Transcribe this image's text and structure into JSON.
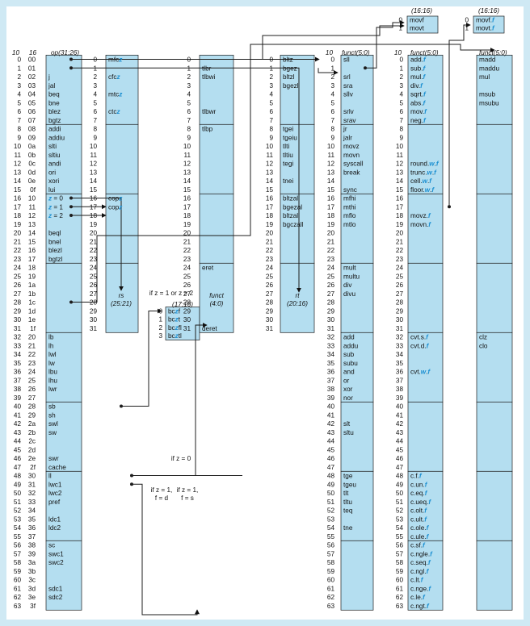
{
  "headers": {
    "dec": "10",
    "hex": "16",
    "op": "op(31:26)",
    "rs": "rs",
    "rs_bits": "(25:21)",
    "rt": "rt",
    "rt_bits": "(20:16)",
    "funct4": "funct",
    "funct4_bits": "(4:0)",
    "funct50_a": "funct(5:0)",
    "funct50_b": "funct(5:0)",
    "funct50_c": "funct(5:0)",
    "bits1716": "(17:16)",
    "bits1616_a": "(16:16)",
    "bits1616_b": "(16:16)"
  },
  "notes": {
    "z12": "if z = 1 or z = 2",
    "z0": "if z = 0",
    "z1d": "if z = 1,",
    "z1d2": "f = d",
    "z1s": "if z = 1,",
    "z1s2": "f = s"
  },
  "op_hex": [
    "00",
    "01",
    "02",
    "03",
    "04",
    "05",
    "06",
    "07",
    "08",
    "09",
    "0a",
    "0b",
    "0c",
    "0d",
    "0e",
    "0f",
    "10",
    "11",
    "12",
    "13",
    "14",
    "15",
    "16",
    "17",
    "18",
    "19",
    "1a",
    "1b",
    "1c",
    "1d",
    "1e",
    "1f",
    "20",
    "21",
    "22",
    "23",
    "24",
    "25",
    "26",
    "27",
    "28",
    "29",
    "2a",
    "2b",
    "2c",
    "2d",
    "2e",
    "2f",
    "30",
    "31",
    "32",
    "33",
    "34",
    "35",
    "36",
    "37",
    "38",
    "39",
    "3a",
    "3b",
    "3c",
    "3d",
    "3e",
    "3f"
  ],
  "op_names": [
    "",
    "",
    "j",
    "jal",
    "beq",
    "bne",
    "blez",
    "bgtz",
    "addi",
    "addiu",
    "slti",
    "sltiu",
    "andi",
    "ori",
    "xori",
    "lui",
    "",
    "",
    "",
    "",
    "beql",
    "bnel",
    "blezl",
    "bgtzl",
    "",
    "",
    "",
    "",
    "",
    "",
    "",
    "",
    "lb",
    "lh",
    "lwl",
    "lw",
    "lbu",
    "lhu",
    "lwr",
    "",
    "sb",
    "sh",
    "swl",
    "sw",
    "",
    "",
    "swr",
    "cache",
    "ll",
    "lwc1",
    "lwc2",
    "pref",
    "",
    "ldc1",
    "ldc2",
    "",
    "sc",
    "swc1",
    "swc2",
    "",
    "",
    "sdc1",
    "sdc2",
    ""
  ],
  "op_z": [
    "z = 0",
    "z = 1",
    "z = 2"
  ],
  "rs_names": [
    "mfcz",
    "",
    "cfcz",
    "",
    "mtcz",
    "",
    "ctcz",
    "",
    "",
    "",
    "",
    "",
    "",
    "",
    "",
    "",
    "copz",
    "copz",
    "",
    "",
    "",
    "",
    "",
    "",
    "",
    "",
    "",
    "",
    "",
    "",
    "",
    "",
    ""
  ],
  "bc_names": [
    "bczf",
    "bczt",
    "bczfl",
    "bcztl"
  ],
  "funct4_names": [
    "",
    "tlbr",
    "tlbwi",
    "",
    "",
    "",
    "tlbwr",
    "",
    "tlbp",
    "",
    "",
    "",
    "",
    "",
    "",
    "",
    "",
    "",
    "",
    "",
    "",
    "",
    "",
    "",
    "eret",
    "",
    "",
    "",
    "",
    "",
    "",
    "deret"
  ],
  "rt_names": [
    "bltz",
    "bgez",
    "bltzl",
    "bgezl",
    "",
    "",
    "",
    "",
    "tgei",
    "tgeiu",
    "tlti",
    "tltiu",
    "tegi",
    "",
    "tnei",
    "",
    "bltzal",
    "bgezal",
    "bltzall",
    "bgczall",
    "",
    "",
    "",
    "",
    "",
    "",
    "",
    "",
    "",
    "",
    "",
    ""
  ],
  "funct_a": [
    "sll",
    "",
    "srl",
    "sra",
    "sllv",
    "",
    "srlv",
    "srav",
    "jr",
    "jalr",
    "movz",
    "movn",
    "syscall",
    "break",
    "",
    "sync",
    "mfhi",
    "mthi",
    "mflo",
    "mtlo",
    "",
    "",
    "",
    "",
    "mult",
    "multu",
    "div",
    "divu",
    "",
    "",
    "",
    "",
    "add",
    "addu",
    "sub",
    "subu",
    "and",
    "or",
    "xor",
    "nor",
    "",
    "",
    "slt",
    "sltu",
    "",
    "",
    "",
    "",
    "tge",
    "tgeu",
    "tlt",
    "tltu",
    "teq",
    "",
    "tne",
    "",
    "",
    "",
    "",
    "",
    "",
    "",
    "",
    ""
  ],
  "funct_b": [
    "add.f",
    "sub.f",
    "mul.f",
    "div.f",
    "sqrt.f",
    "abs.f",
    "mov.f",
    "neg.f",
    "",
    "",
    "",
    "",
    "round.w.f",
    "trunc.w.f",
    "cell.w.f",
    "floor.w.f",
    "",
    "",
    "movz.f",
    "movn.f",
    "",
    "",
    "",
    "",
    "",
    "",
    "",
    "",
    "",
    "",
    "",
    "",
    "cvt.s.f",
    "cvt.d.f",
    "",
    "",
    "cvt.w.f",
    "",
    "",
    "",
    "",
    "",
    "",
    "",
    "",
    "",
    "",
    "",
    "c.f.f",
    "c.un.f",
    "c.eq.f",
    "c.ueq.f",
    "c.olt.f",
    "c.ult.f",
    "c.ole.f",
    "c.ule.f",
    "c.sf.f",
    "c.ngle.f",
    "c.seq.f",
    "c.ngl.f",
    "c.lt.f",
    "c.nge.f",
    "c.le.f",
    "c.ngt.f"
  ],
  "funct_c": [
    "madd",
    "maddu",
    "mul",
    "",
    "msub",
    "msubu",
    "",
    "",
    "",
    "",
    "",
    "",
    "",
    "",
    "",
    "",
    "",
    "",
    "",
    "",
    "",
    "",
    "",
    "",
    "",
    "",
    "",
    "",
    "",
    "",
    "",
    "",
    "clz",
    "clo",
    "",
    "",
    "",
    "",
    "",
    "",
    "",
    "",
    "",
    "",
    "",
    "",
    "",
    "",
    "",
    "",
    "",
    "",
    "",
    "",
    "",
    "",
    "",
    "",
    "",
    "",
    "",
    "",
    "",
    "",
    "",
    ""
  ],
  "movf_names": [
    "movf",
    "movt"
  ],
  "movff_names": [
    "movf.f",
    "movt.f"
  ],
  "colors": {
    "cell": "#b4def0",
    "accent": "#1b8fd1",
    "line": "#1d1d1d",
    "bg": "#cfe9f4"
  }
}
